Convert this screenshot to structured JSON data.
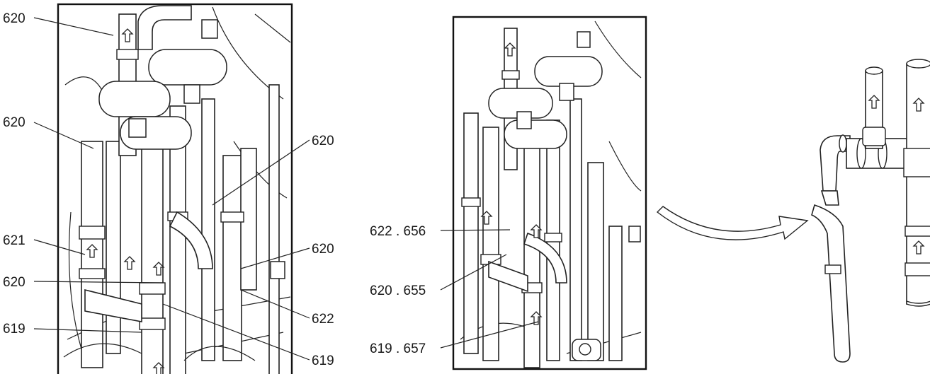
{
  "left_panel": {
    "labels": {
      "l1": "620",
      "l2": "620",
      "l3": "620",
      "l4": "621",
      "l5": "620",
      "l6": "620",
      "l7": "619",
      "l8": "622",
      "l9": "619"
    }
  },
  "middle_panel": {
    "labels": {
      "m1": "622 . 656",
      "m2": "620 . 655",
      "m3": "619 . 657"
    }
  }
}
